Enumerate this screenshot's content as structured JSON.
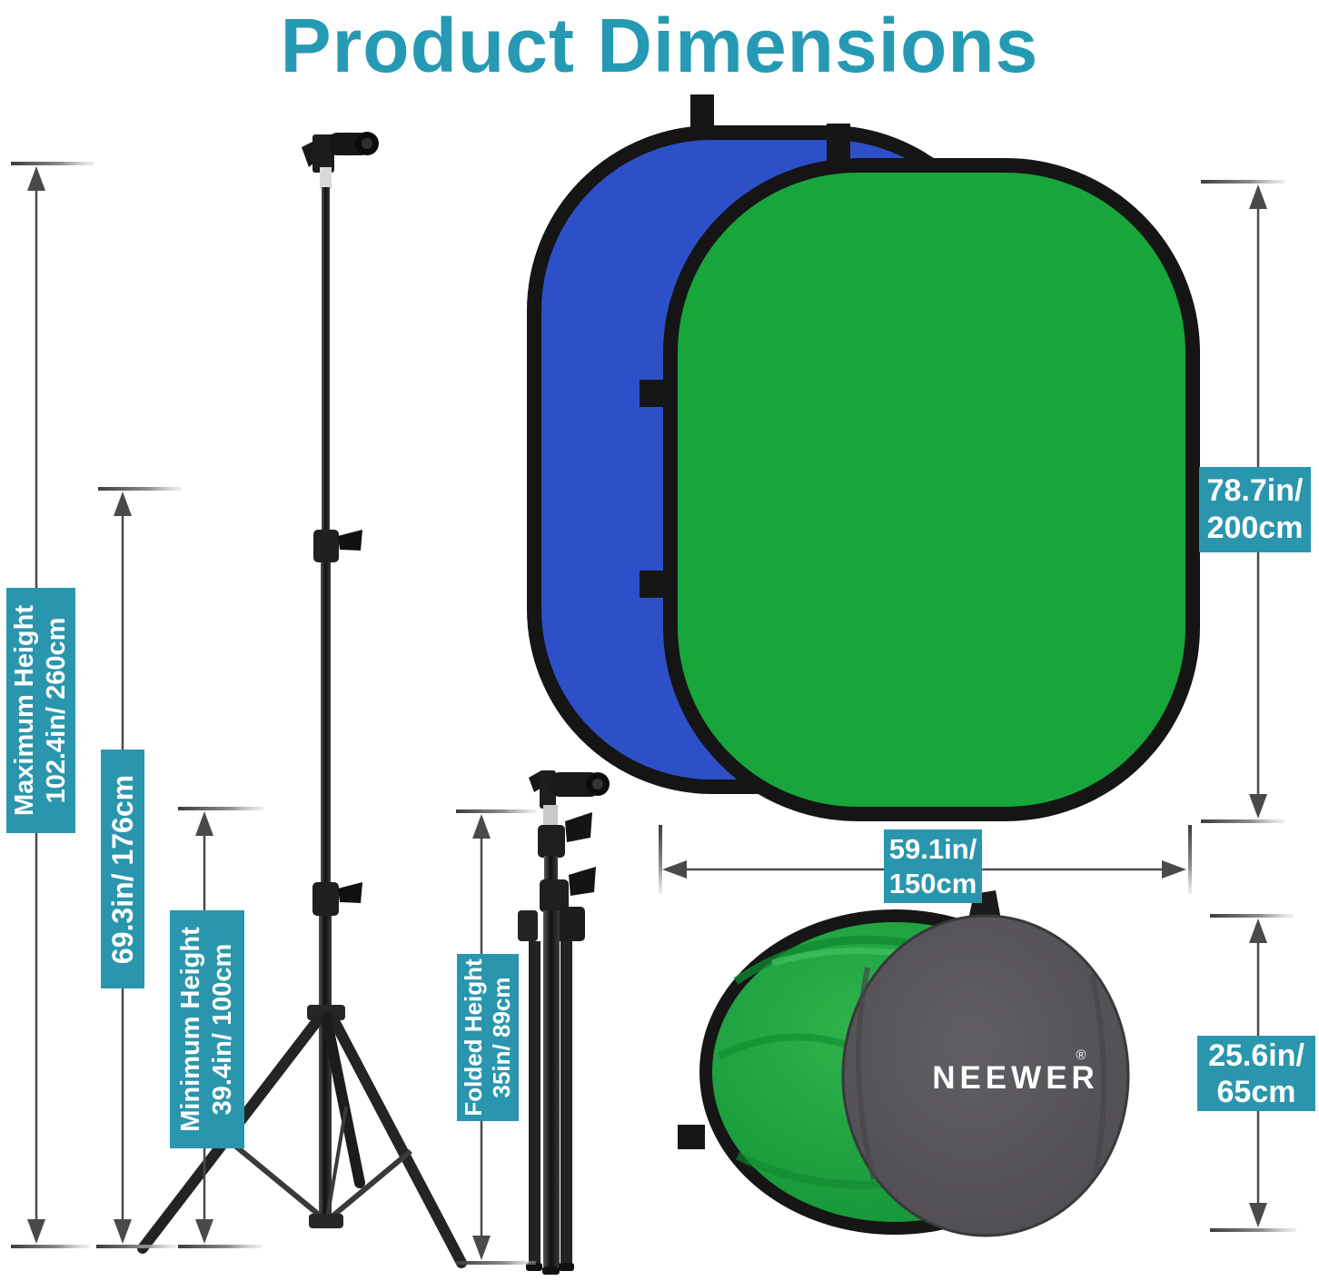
{
  "title": "Product Dimensions",
  "brand": {
    "name": "NEEWER",
    "registered": "®"
  },
  "colors": {
    "title_teal": "#269ab5",
    "label_teal": "#2a96ad",
    "backdrop_blue": "#2d50c8",
    "backdrop_green": "#17a53c",
    "bag_gray": "#57545a"
  },
  "dimensions": {
    "max_height": {
      "label": "Maximum Height",
      "value": "102.4in/ 260cm"
    },
    "extended_height": {
      "value": "69.3in/ 176cm"
    },
    "min_height": {
      "label": "Minimum Height",
      "value": "39.4in/ 100cm"
    },
    "folded_height": {
      "label": "Folded Height",
      "value": "35in/ 89cm"
    },
    "backdrop_height": {
      "value_in": "78.7in/",
      "value_cm": "200cm"
    },
    "backdrop_width": {
      "value_in": "59.1in/",
      "value_cm": "150cm"
    },
    "folded_diameter": {
      "value_in": "25.6in/",
      "value_cm": "65cm"
    }
  }
}
